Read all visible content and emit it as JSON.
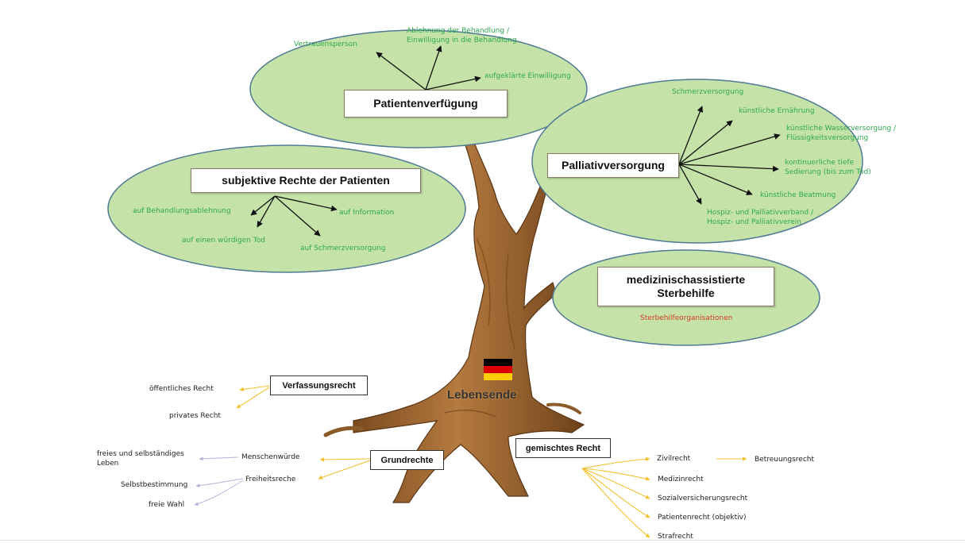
{
  "center": {
    "label": "Lebensende",
    "flag": {
      "colors": [
        "#000000",
        "#dd0000",
        "#ffce00"
      ],
      "name": "germany-flag"
    }
  },
  "colors": {
    "leaf_fill": "#c5e3a8",
    "leaf_stroke": "#4f7a96",
    "green_text": "#2fa84f",
    "red_text": "#d43a2a",
    "arrow_yellow": "#f2c230",
    "arrow_lilac": "#b9b3dc",
    "trunk": "#a06a34"
  },
  "patientenverfuegung": {
    "title": "Patientenverfügung",
    "items": [
      "Vertrauensperson",
      "Ablehnung der Behandlung / Einwilligung in die Behandlung",
      "aufgeklärte Einwilligung"
    ]
  },
  "palliativversorgung": {
    "title": "Palliativversorgung",
    "items": [
      "Schmerzversorgung",
      "künstliche Ernährung",
      "künstliche Wasserversorgung / Flüssigkeitsversorgung",
      "kontinuerliche tiefe Sedierung (bis zum Tod)",
      "künstliche Beatmung",
      "Hospiz- und Palliativverband / Hospiz- und Palliativverein"
    ]
  },
  "subjektive_rechte": {
    "title": "subjektive Rechte der Patienten",
    "items": [
      "auf Behandlungsablehnung",
      "auf Information",
      "auf einen würdigen Tod",
      "auf Schmerzversorgung"
    ]
  },
  "sterbehilfe": {
    "title": "medizinischassistierte Sterbehilfe",
    "items": [
      "Sterbehilfeorganisationen"
    ]
  },
  "verfassungsrecht": {
    "title": "Verfassungsrecht",
    "items": [
      "öffentliches Recht",
      "privates Recht"
    ]
  },
  "grundrechte": {
    "title": "Grundrechte",
    "items": [
      {
        "label": "Menschenwürde",
        "sub": [
          "freies und selbständiges Leben"
        ]
      },
      {
        "label": "Freiheitsreche",
        "sub": [
          "Selbstbestimmung",
          "freie Wahl"
        ]
      }
    ]
  },
  "gemischtes_recht": {
    "title": "gemischtes Recht",
    "items": [
      "Zivilrecht",
      "Medizinrecht",
      "Sozialversicherungsrecht",
      "Patientenrecht (objektiv)",
      "Strafrecht"
    ],
    "zivilrecht_sub": "Betreuungsrecht"
  }
}
